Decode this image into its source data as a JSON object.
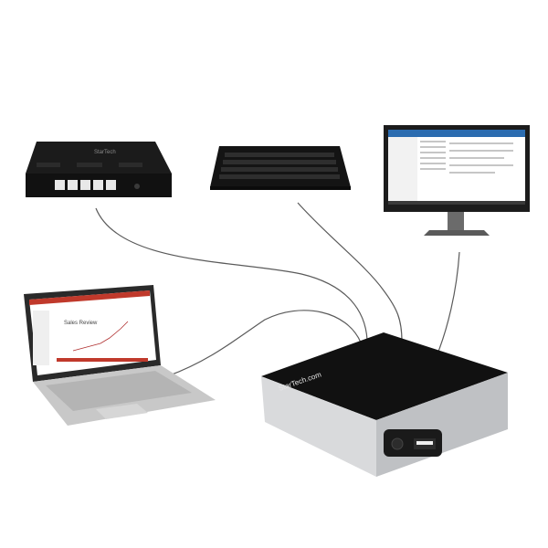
{
  "scene": {
    "background": "#ffffff",
    "cable_color": "#555555",
    "devices": [
      {
        "id": "network-switch",
        "brand": "StarTech"
      },
      {
        "id": "keyboard"
      },
      {
        "id": "monitor"
      },
      {
        "id": "laptop",
        "screen_slide_title": "Sales Review"
      },
      {
        "id": "docking-station",
        "brand": "StarTech.com"
      }
    ]
  },
  "texts": {
    "switch_brand": "StarTech",
    "laptop_slide_title": "Sales Review",
    "dock_brand": "StarTech.com"
  }
}
